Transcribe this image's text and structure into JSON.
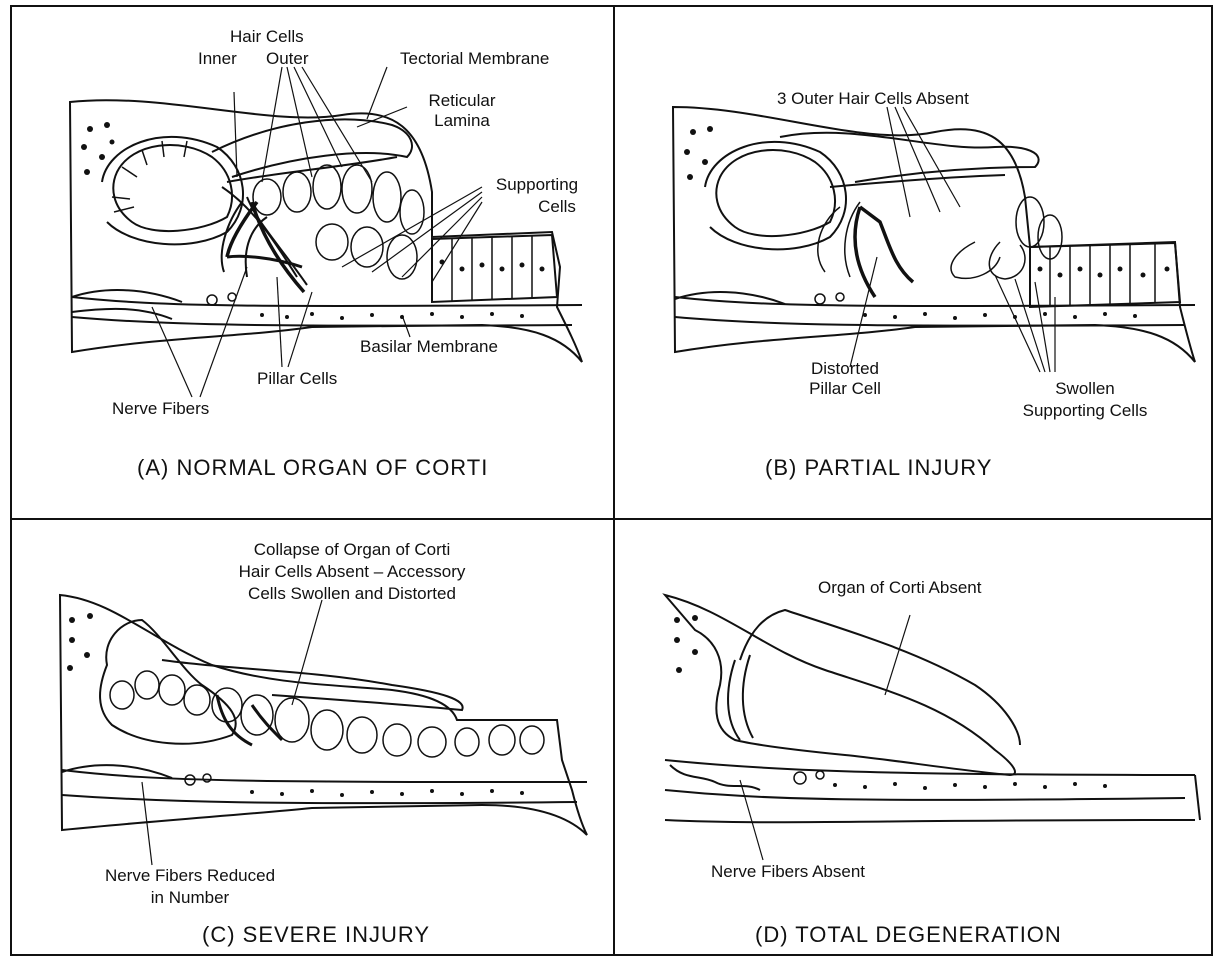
{
  "panels": {
    "a": {
      "caption": "(A)  NORMAL ORGAN OF CORTI",
      "labels": {
        "hair_cells": "Hair Cells",
        "inner": "Inner",
        "outer": "Outer",
        "tectorial": "Tectorial Membrane",
        "reticular_1": "Reticular",
        "reticular_2": "Lamina",
        "supporting_1": "Supporting",
        "supporting_2": "Cells",
        "basilar": "Basilar Membrane",
        "pillar": "Pillar Cells",
        "nerve": "Nerve Fibers"
      }
    },
    "b": {
      "caption": "(B)  PARTIAL INJURY",
      "labels": {
        "outer_absent": "3 Outer Hair Cells Absent",
        "distorted_1": "Distorted",
        "distorted_2": "Pillar Cell",
        "swollen_1": "Swollen",
        "swollen_2": "Supporting Cells"
      }
    },
    "c": {
      "caption": "(C)  SEVERE INJURY",
      "labels": {
        "collapse_1": "Collapse of Organ of Corti",
        "collapse_2": "Hair Cells Absent – Accessory",
        "collapse_3": "Cells Swollen and Distorted",
        "nerve_1": "Nerve Fibers Reduced",
        "nerve_2": "in Number"
      }
    },
    "d": {
      "caption": "(D)  TOTAL DEGENERATION",
      "labels": {
        "organ_absent": "Organ of Corti Absent",
        "nerve_absent": "Nerve Fibers Absent"
      }
    }
  }
}
